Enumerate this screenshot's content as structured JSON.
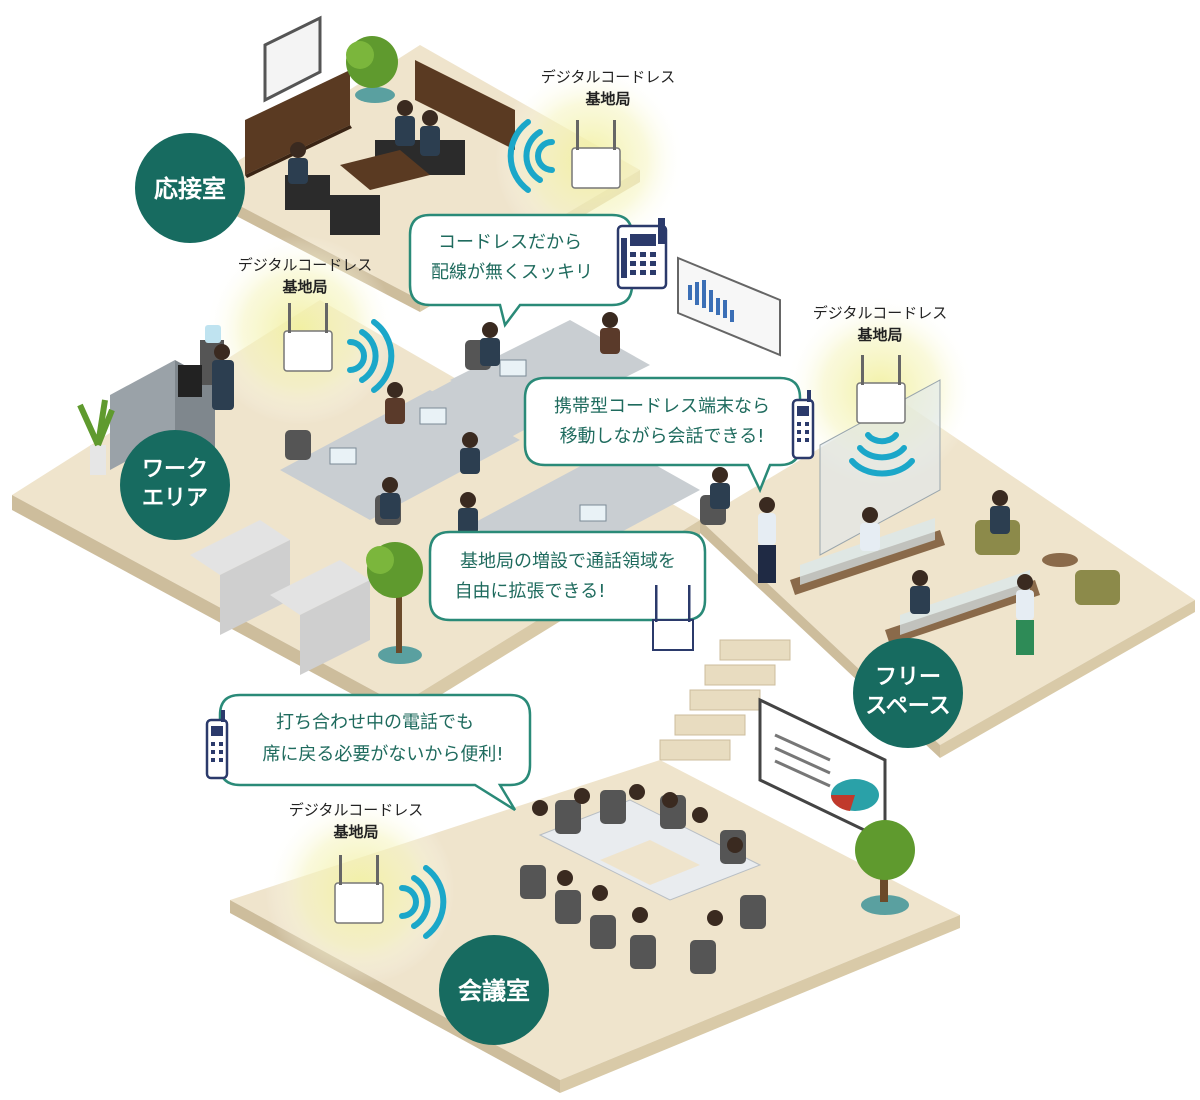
{
  "rooms": {
    "reception": "応接室",
    "work_area_line1": "ワーク",
    "work_area_line2": "エリア",
    "free_space_line1": "フリー",
    "free_space_line2": "スペース",
    "meeting_room": "会議室"
  },
  "base_station": {
    "line1": "デジタルコードレス",
    "line2": "基地局"
  },
  "bubbles": {
    "b1_line1": "コードレスだから",
    "b1_line2": "配線が無くスッキリ",
    "b2_line1": "携帯型コードレス端末なら",
    "b2_line2": "移動しながら会話できる!",
    "b3_line1": "基地局の増設で通話領域を",
    "b3_line2": "自由に拡張できる!",
    "b4_line1": "打ち合わせ中の電話でも",
    "b4_line2": "席に戻る必要がないから便利!"
  },
  "icons": {
    "desk_phone": "desk-phone-icon",
    "handset": "cordless-handset-icon",
    "base_unit": "base-station-icon",
    "signal": "wifi-signal-icon"
  },
  "colors": {
    "badge": "#176b60",
    "bubble_border": "#2a8a78",
    "bubble_text": "#1f6b5e",
    "floor": "#efe4cc",
    "floor_side": "#cdbd9c",
    "glow": "#f3f2a8",
    "signal": "#1ba7c9"
  }
}
